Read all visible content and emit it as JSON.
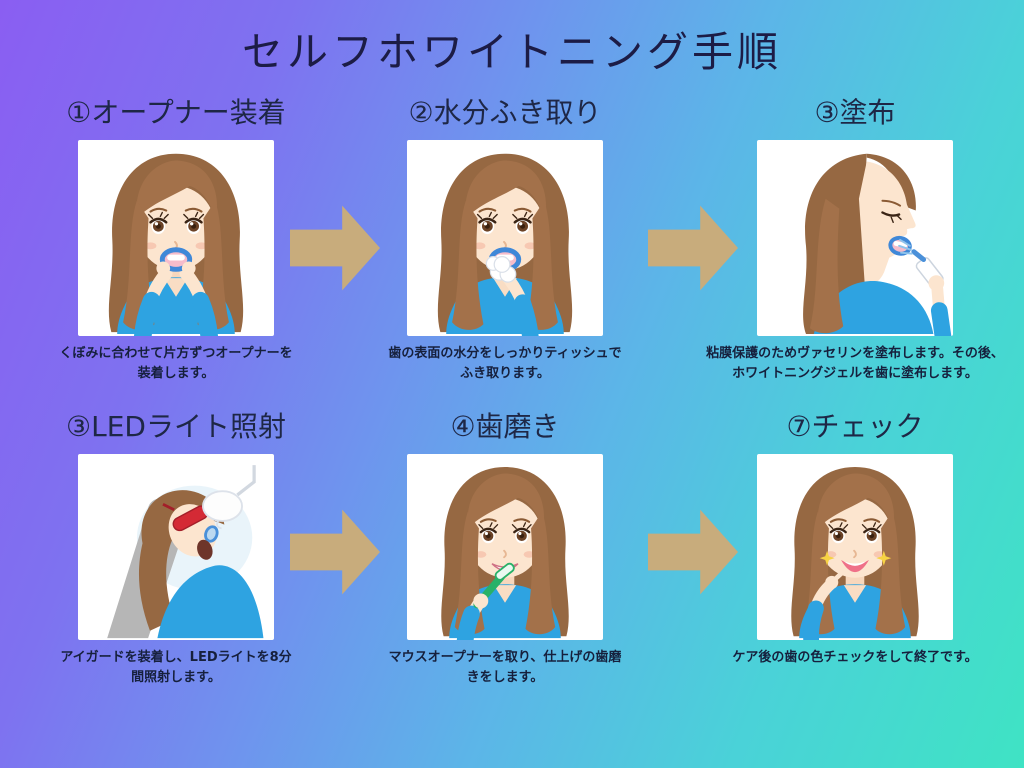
{
  "title": "セルフホワイトニング手順",
  "steps": [
    {
      "heading": "①オープナー装着",
      "caption": "くぼみに合わせて片方ずつオープナーを装着します。",
      "illustration": "woman-attaching-mouth-opener"
    },
    {
      "heading": "②水分ふき取り",
      "caption": "歯の表面の水分をしっかりティッシュでふき取ります。",
      "illustration": "woman-wiping-teeth-with-tissue"
    },
    {
      "heading": "③塗布",
      "caption": "粘膜保護のためヴァセリンを塗布します。その後、ホワイトニングジェルを歯に塗布します。",
      "illustration": "woman-applying-whitening-gel"
    },
    {
      "heading": "③LEDライト照射",
      "caption": "アイガードを装着し、LEDライトを8分間照射します。",
      "illustration": "woman-under-led-light"
    },
    {
      "heading": "④歯磨き",
      "caption": "マウスオープナーを取り、仕上げの歯磨きをします。",
      "illustration": "woman-brushing-teeth"
    },
    {
      "heading": "⑦チェック",
      "caption": "ケア後の歯の色チェックをして終了です。",
      "illustration": "woman-checking-teeth"
    }
  ],
  "colors": {
    "arrow": "#c8ac7c",
    "bg-start": "#8a5ef2",
    "bg-end": "#3fe3c4",
    "title-text": "#1c1c46",
    "heading-text": "#1e2746",
    "caption-text": "#16203d",
    "panel-bg": "#ffffff",
    "shirt-blue": "#2ea3e1",
    "hair-brown": "#966842",
    "opener-blue": "#3f88d8",
    "toothbrush-green": "#28b168",
    "eyeguard-red": "#d42a35",
    "sparkle-yellow": "#f7d344"
  }
}
